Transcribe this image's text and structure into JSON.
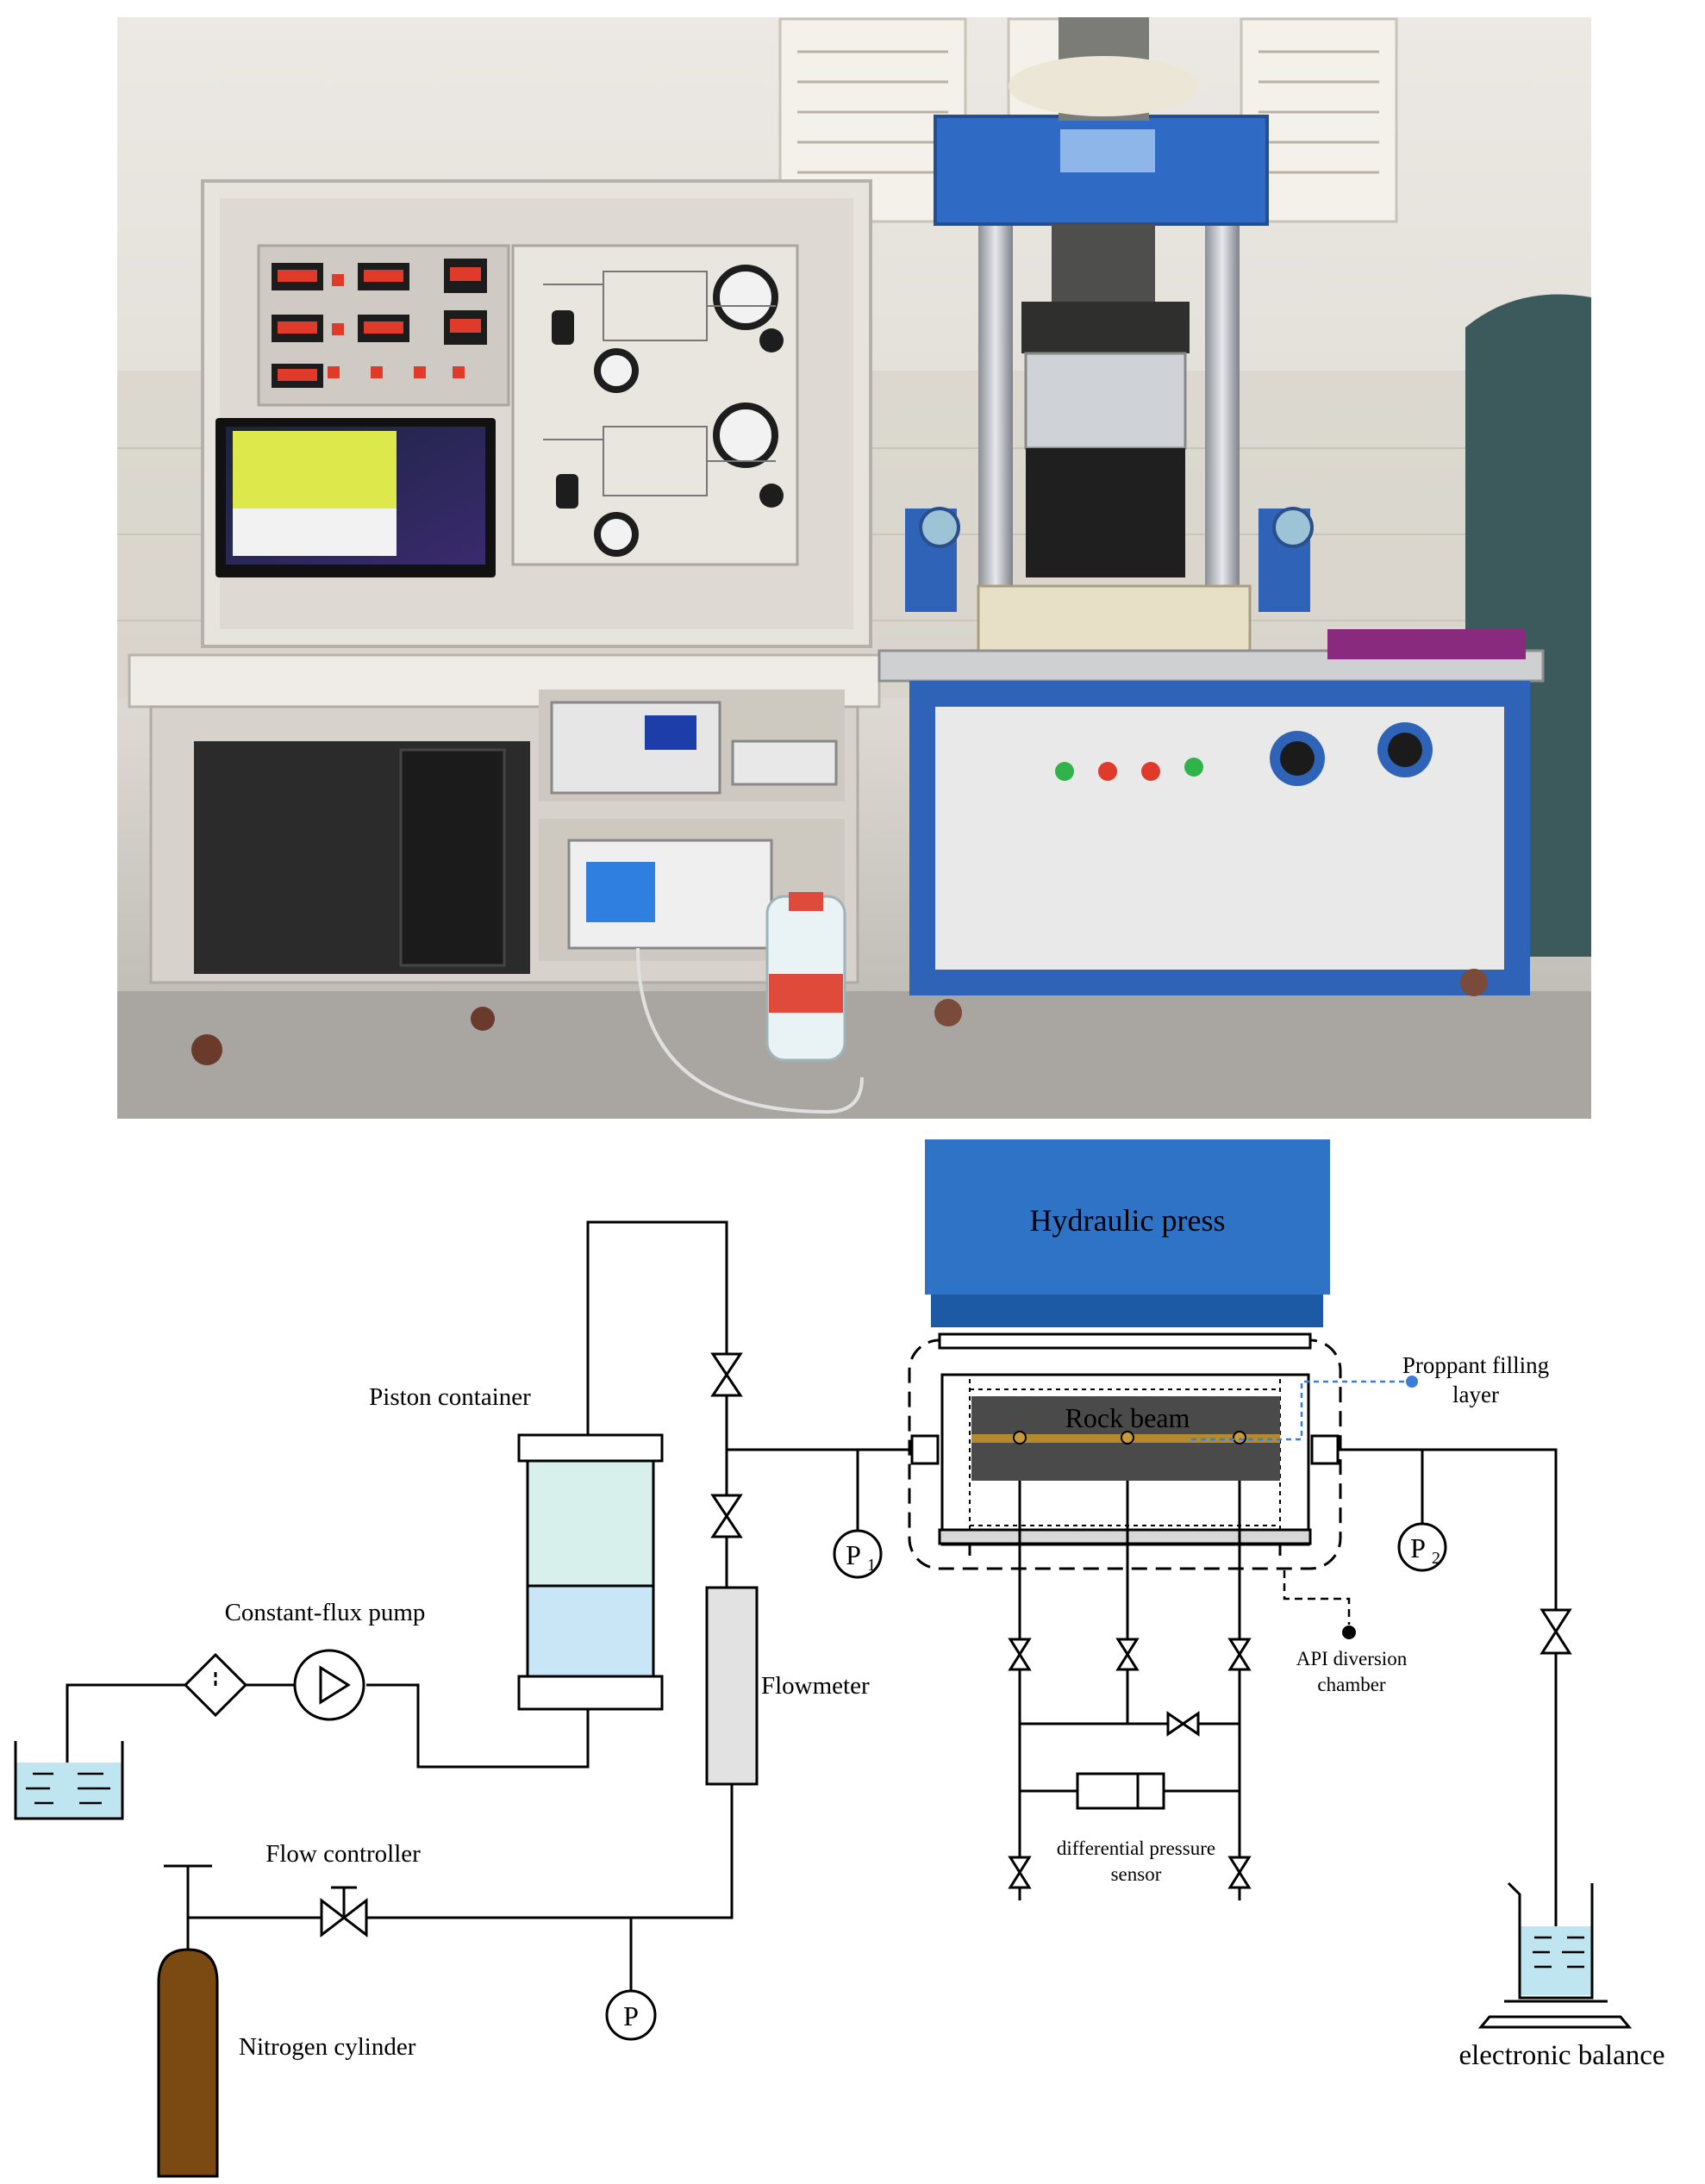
{
  "labels": {
    "hydraulic_press": "Hydraulic press",
    "proppant_layer_line1": "Proppant filling",
    "proppant_layer_line2": "layer",
    "rock_beam": "Rock beam",
    "piston_container": "Piston container",
    "constant_flux_pump": "Constant-flux pump",
    "flowmeter": "Flowmeter",
    "flow_controller": "Flow controller",
    "nitrogen_cylinder": "Nitrogen cylinder",
    "api_chamber_line1": "API diversion",
    "api_chamber_line2": "chamber",
    "dp_sensor_line1": "differential pressure",
    "dp_sensor_line2": "sensor",
    "electronic_balance": "electronic balance",
    "gauge_p1": "P",
    "gauge_p1_sub": "1",
    "gauge_p2": "P",
    "gauge_p2_sub": "2",
    "gauge_p": "P"
  },
  "colors": {
    "press_blue": "#2e73c6",
    "press_blue_dark": "#1d5aa5",
    "rock_dark": "#4a4a4a",
    "proppant": "#b38a2e",
    "water": "#bfe6f0",
    "piston_top": "#d7f0ec",
    "piston_bottom": "#c9e6f7",
    "nitrogen": "#7a4a12",
    "flowmeter": "#e2e2e2",
    "leader_blue": "#3c7dd9",
    "wall": "#e4e1dc",
    "floor": "#b9b6b0",
    "panel": "#dedbd5",
    "press_cabinet": "#2f63b8"
  }
}
